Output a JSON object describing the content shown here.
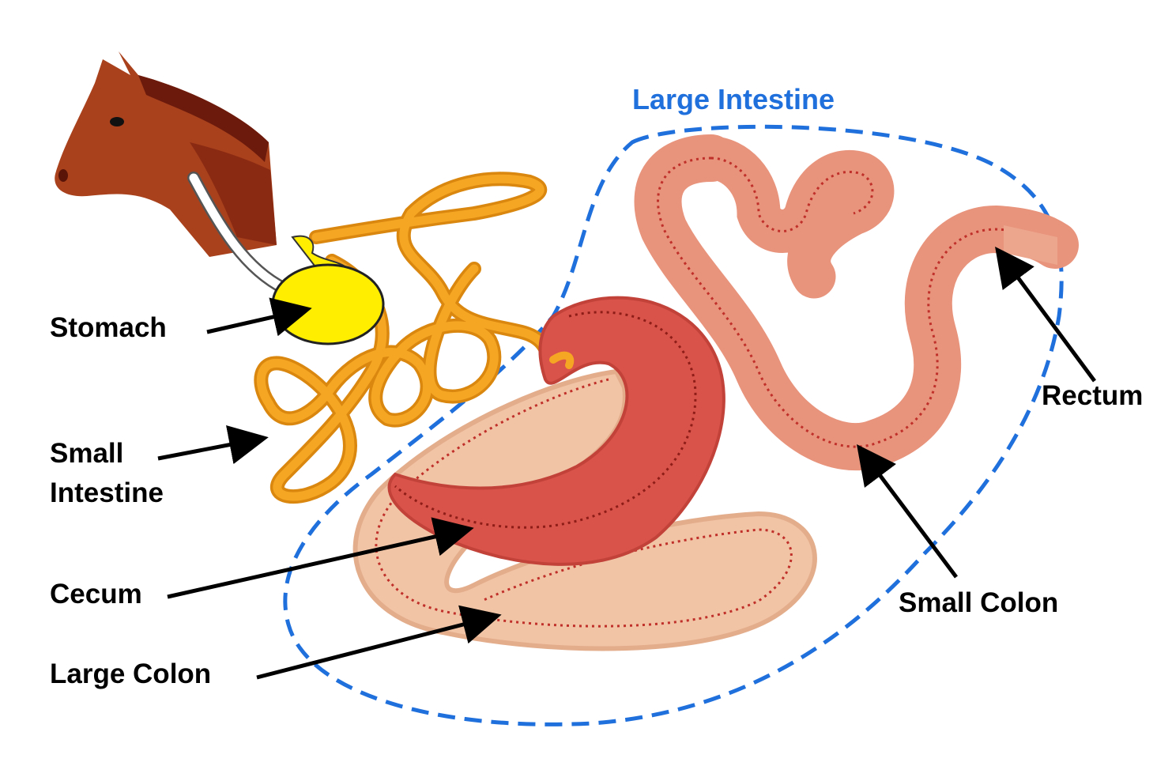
{
  "labels": {
    "large_intestine": "Large Intestine",
    "stomach": "Stomach",
    "small_intestine_line1": "Small",
    "small_intestine_line2": "Intestine",
    "cecum": "Cecum",
    "large_colon": "Large Colon",
    "small_colon": "Small Colon",
    "rectum": "Rectum"
  },
  "colors": {
    "group_outline": "#1f6fdc",
    "horse": "#a8411c",
    "horse_dark": "#6b1a0c",
    "esophagus": "#ffffff",
    "stomach": "#ffee00",
    "small_intestine": "#f5a623",
    "cecum": "#d9534a",
    "large_colon": "#f2c4a6",
    "small_colon": "#e8937c",
    "lumen_dots": "#c0302a",
    "arrows": "#000000"
  },
  "icons": {
    "horse_head": "horse-head-icon"
  }
}
